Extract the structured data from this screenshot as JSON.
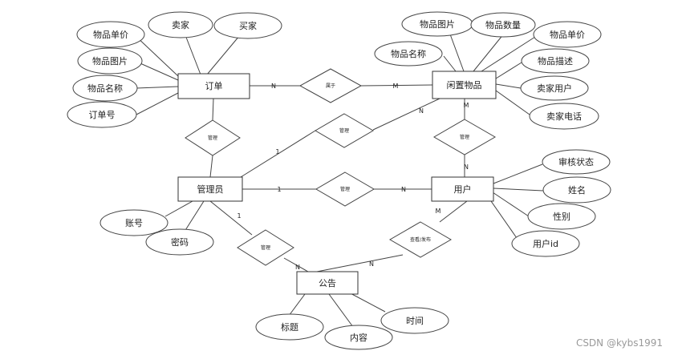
{
  "entities": {
    "order": "订单",
    "idle_item": "闲置物品",
    "admin": "管理员",
    "user": "用户",
    "notice": "公告"
  },
  "relationships": {
    "belongs_to": "属于",
    "manage_order": "管理",
    "manage_item": "管理",
    "manage_user": "管理",
    "manage_item_user": "管理",
    "manage_notice": "管理",
    "view_publish": "查看/发布"
  },
  "attributes": {
    "order": [
      "物品单价",
      "卖家",
      "买家",
      "物品图片",
      "物品名称",
      "订单号"
    ],
    "idle_item": [
      "物品图片",
      "物品数量",
      "物品名称",
      "物品单价",
      "物品描述",
      "卖家用户",
      "卖家电话"
    ],
    "admin": [
      "账号",
      "密码"
    ],
    "user": [
      "审核状态",
      "姓名",
      "性别",
      "用户id"
    ],
    "notice": [
      "标题",
      "内容",
      "时间"
    ]
  },
  "cardinalities": {
    "order_belongs": "N",
    "item_belongs": "M",
    "admin_manage_item": "1",
    "item_manage_admin": "N",
    "item_manage_user": "M",
    "user_manage_item": "N",
    "admin_manage_user": "1",
    "user_manage_admin": "N",
    "admin_manage_notice": "1",
    "notice_manage_admin": "N",
    "user_view": "M",
    "notice_view": "N"
  },
  "watermark": "CSDN @kybs1991"
}
